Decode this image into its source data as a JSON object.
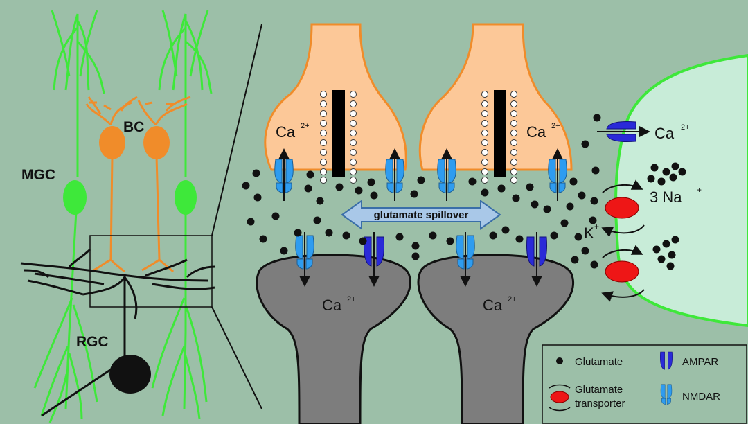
{
  "cells": {
    "mgc": "MGC",
    "bc": "BC",
    "rgc": "RGC"
  },
  "ions": {
    "ca": "Ca",
    "ca_charge": "2+",
    "na": "3 Na",
    "na_charge": "+",
    "k": "K",
    "k_charge": "+"
  },
  "spillover_label": "glutamate spillover",
  "legend": {
    "glutamate": "Glutamate",
    "transporter_line1": "Glutamate",
    "transporter_line2": "transporter",
    "ampar": "AMPAR",
    "nmdar": "NMDAR"
  },
  "colors": {
    "background": "#9cbfa8",
    "muller_glia": "#3ee83a",
    "bipolar_cell": "#f08c2a",
    "presynaptic_terminal": "#fcc898",
    "postsynaptic_terminal": "#7d7d7d",
    "glial_cell_body": "#c8ecd8",
    "ampar": "#2a2ad8",
    "nmdar": "#2e9cf0",
    "transporter": "#ee1616"
  }
}
